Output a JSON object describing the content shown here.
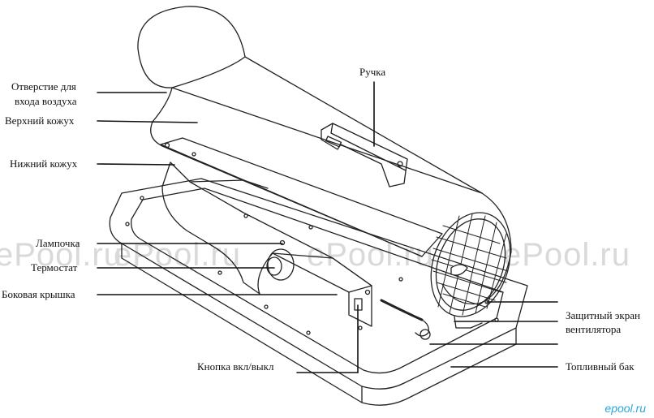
{
  "watermark": {
    "text": "ePool.ru"
  },
  "brand_mark": "epool.ru",
  "labels": {
    "air_inlet": [
      "Отверстие для",
      "входа воздуха"
    ],
    "upper_casing": "Верхний кожух",
    "lower_casing": "Нижний кожух",
    "lamp": "Лампочка",
    "thermostat": "Термостат",
    "side_cover": "Боковая крышка",
    "handle": "Ручка",
    "fan_guard": [
      "Защитный экран",
      "вентилятора"
    ],
    "fuel_tank": "Топливный бак",
    "power_button": "Кнопка вкл/выкл"
  }
}
